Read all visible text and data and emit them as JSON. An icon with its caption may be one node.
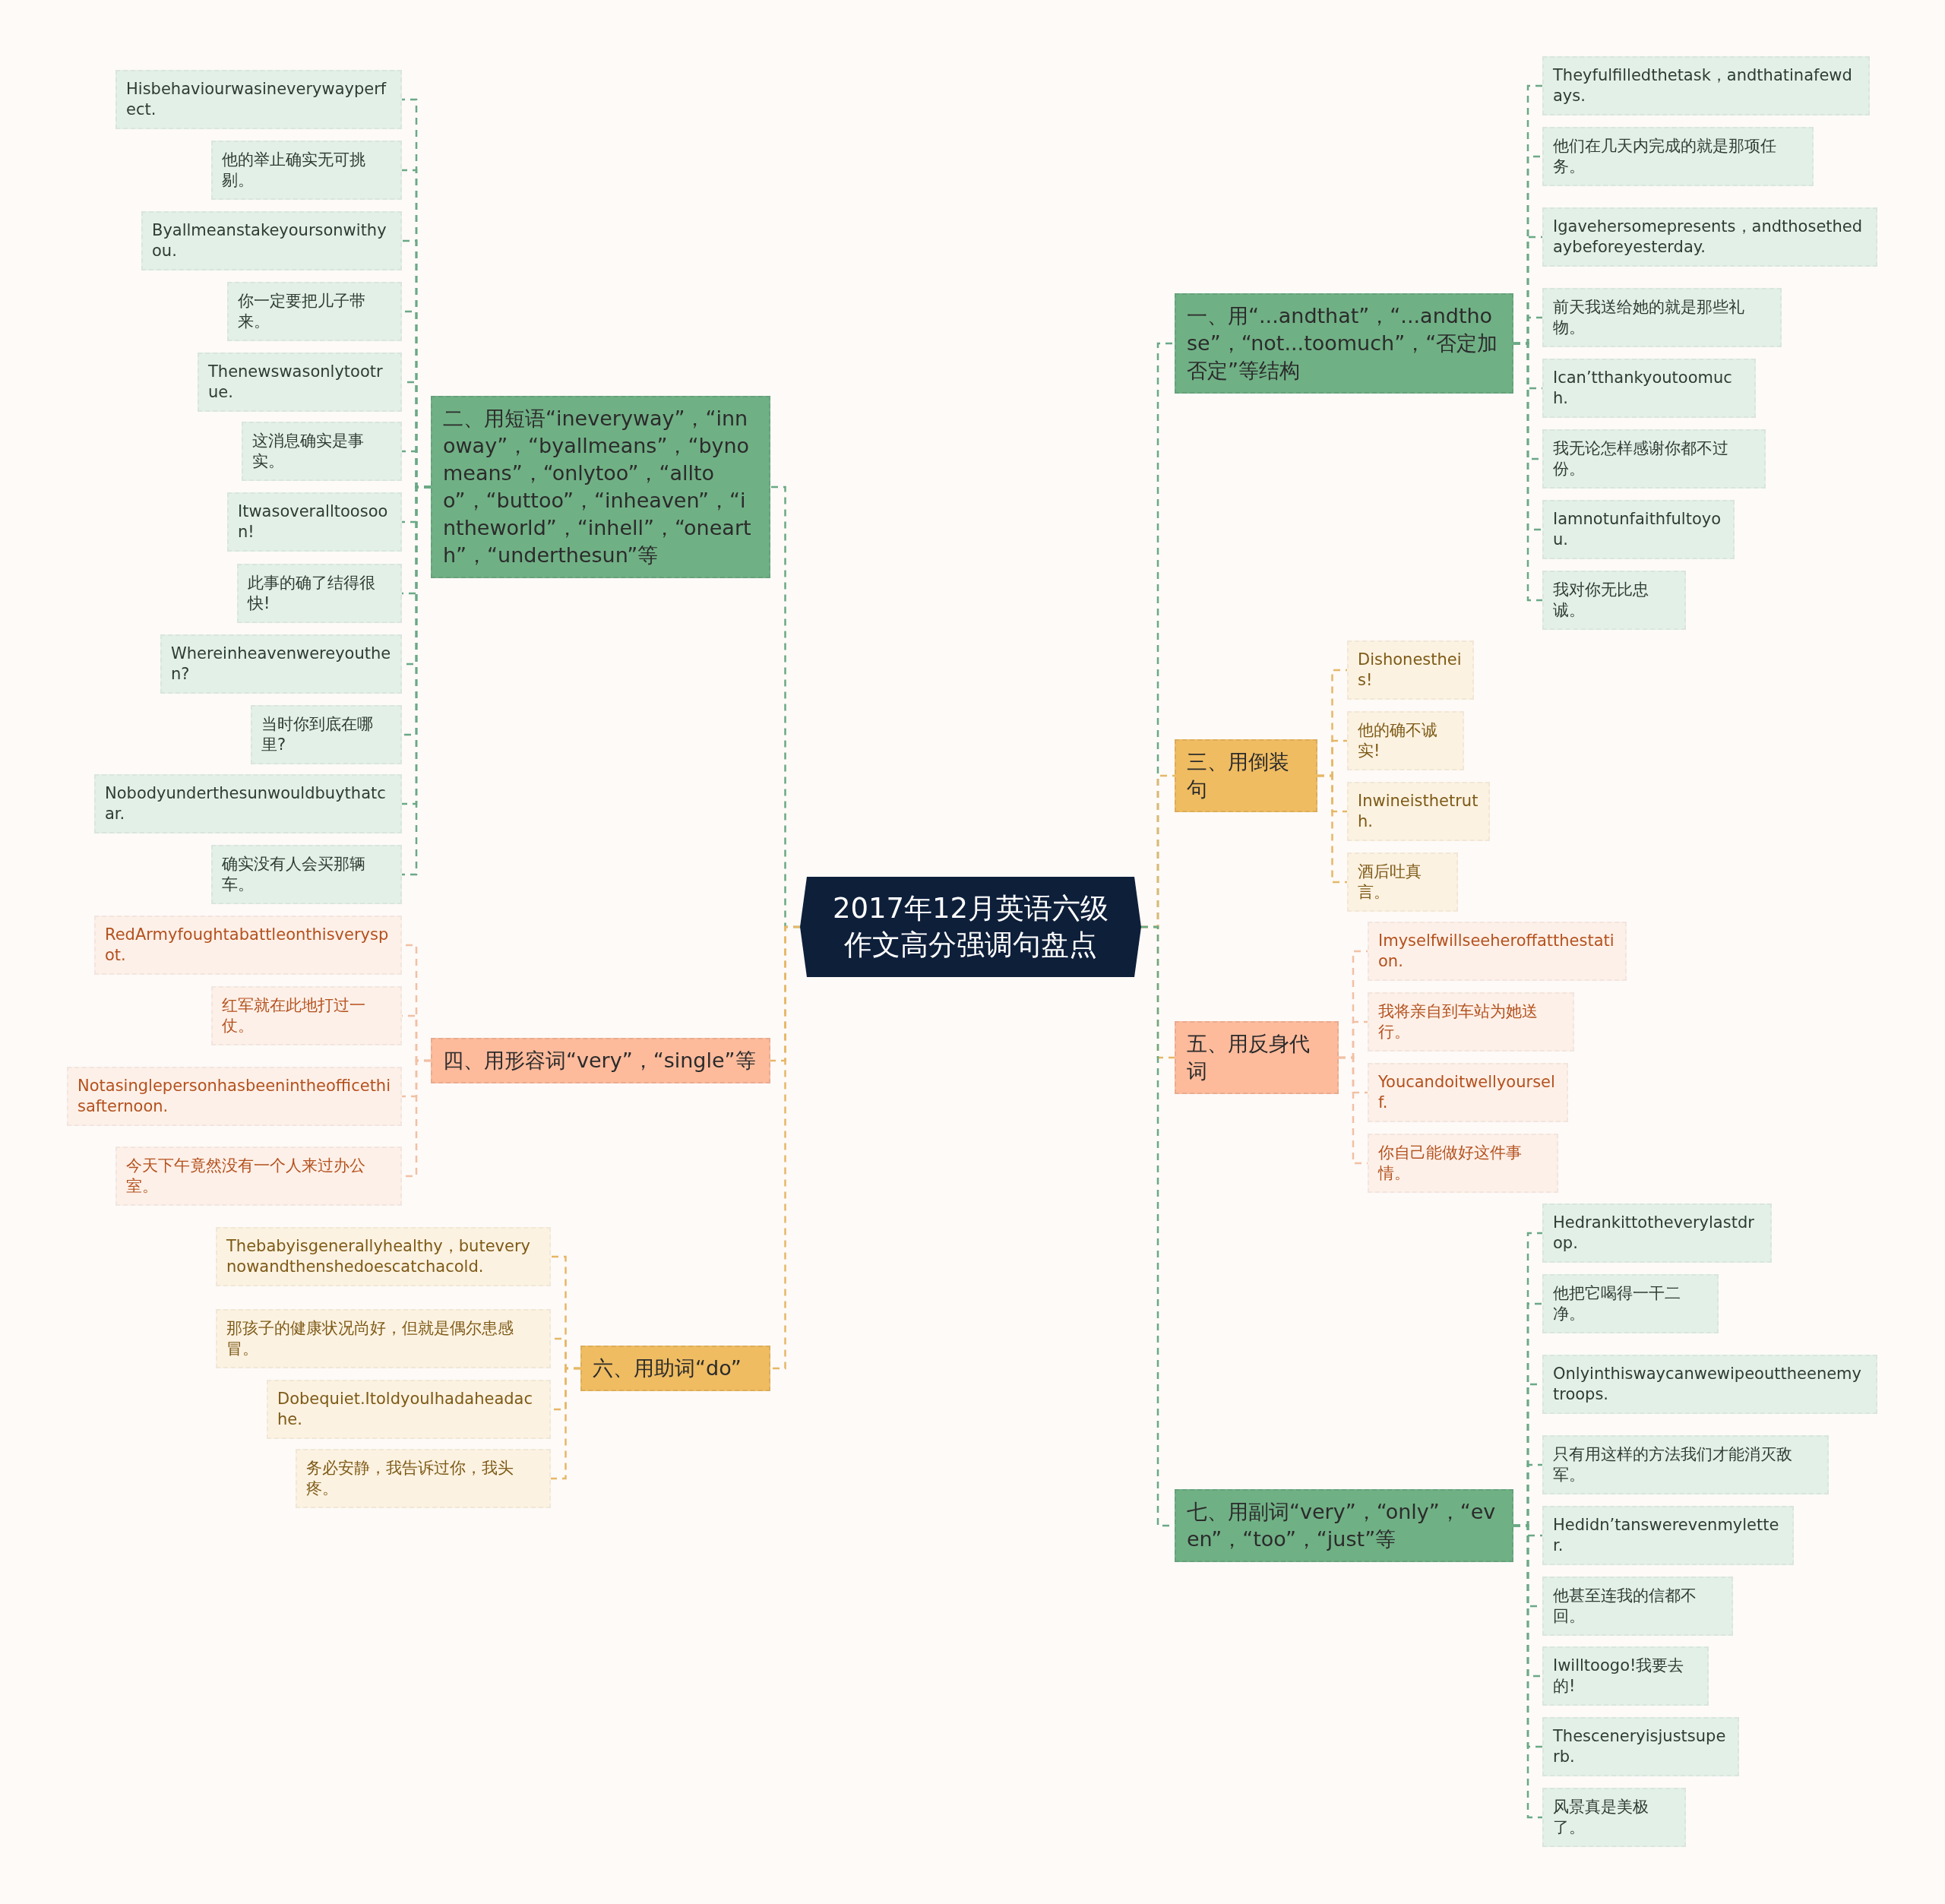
{
  "diagram": {
    "nodes": [
      {
        "text": [
          "2017年12月英语六级作文高分强调句盘点"
        ]
      },
      {
        "text": [
          "一、用“...andthat”，“...andthose”，“not...toomuch”，“否定加否定”等结构"
        ]
      },
      {
        "text": [
          "Theyfulfilledthetask，andthatinafewdays."
        ]
      },
      {
        "text": [
          "他们在几天内完成的就是那项任务。"
        ]
      },
      {
        "text": [
          "Igavehersomepresents，andthosethedaybeforeyesterday."
        ]
      },
      {
        "text": [
          "前天我送给她的就是那些礼物。"
        ]
      },
      {
        "text": [
          "Ican’tthankyoutoomuch."
        ]
      },
      {
        "text": [
          "我无论怎样感谢你都不过份。"
        ]
      },
      {
        "text": [
          "Iamnotunfaithfultoyou."
        ]
      },
      {
        "text": [
          "我对你无比忠诚。"
        ]
      },
      {
        "text": [
          "二、用短语“ineveryway”，“innoway”，“byallmeans”，“bynomeans”，“onlytoo”，“alltoo”，“buttoo”，“inheaven”，“intheworld”，“inhell”，“onearth”，“underthesun”等"
        ]
      },
      {
        "text": [
          "Hisbehaviourwasineverywayperfect."
        ]
      },
      {
        "text": [
          "他的举止确实无可挑剔。"
        ]
      },
      {
        "text": [
          "Byallmeanstakeyoursonwithyou."
        ]
      },
      {
        "text": [
          "你一定要把儿子带来。"
        ]
      },
      {
        "text": [
          "Thenewswasonlytootrue."
        ]
      },
      {
        "text": [
          "这消息确实是事实。"
        ]
      },
      {
        "text": [
          "Itwasoveralltoosoon!"
        ]
      },
      {
        "text": [
          "此事的确了结得很快!"
        ]
      },
      {
        "text": [
          "Whereinheavenwereyouthen?"
        ]
      },
      {
        "text": [
          "当时你到底在哪里?"
        ]
      },
      {
        "text": [
          "Nobodyunderthesunwouldbuythatcar."
        ]
      },
      {
        "text": [
          "确实没有人会买那辆车。"
        ]
      },
      {
        "text": [
          "三、用倒装句"
        ]
      },
      {
        "text": [
          "Dishonestheis!"
        ]
      },
      {
        "text": [
          "他的确不诚实!"
        ]
      },
      {
        "text": [
          "Inwineisthetruth."
        ]
      },
      {
        "text": [
          "酒后吐真言。"
        ]
      },
      {
        "text": [
          "四、用形容词“very”，“single”等"
        ]
      },
      {
        "text": [
          "RedArmyfoughtabattleonthisveryspot."
        ]
      },
      {
        "text": [
          "红军就在此地打过一仗。"
        ]
      },
      {
        "text": [
          "Notasinglepersonhasbeenintheofficethisafternoon."
        ]
      },
      {
        "text": [
          "今天下午竟然没有一个人来过办公室。"
        ]
      },
      {
        "text": [
          "五、用反身代词"
        ]
      },
      {
        "text": [
          "Imyselfwillseeheroffatthestation."
        ]
      },
      {
        "text": [
          "我将亲自到车站为她送行。"
        ]
      },
      {
        "text": [
          "Youcandoitwellyourself."
        ]
      },
      {
        "text": [
          "你自己能做好这件事情。"
        ]
      },
      {
        "text": [
          "六、用助词“do”"
        ]
      },
      {
        "text": [
          "Thebabyisgenerallyhealthy，buteverynowandthenshedoescatchacold."
        ]
      },
      {
        "text": [
          "那孩子的健康状况尚好，但就是偶尔患感冒。"
        ]
      },
      {
        "text": [
          "Dobequiet.ItoldyouIhadaheadache."
        ]
      },
      {
        "text": [
          "务必安静，我告诉过你，我头疼。"
        ]
      },
      {
        "text": [
          "七、用副词“very”，“only”，“even”，“too”，“just”等"
        ]
      },
      {
        "text": [
          "Hedrankittotheverylastdrop."
        ]
      },
      {
        "text": [
          "他把它喝得一干二净。"
        ]
      },
      {
        "text": [
          "Onlyinthiswaycanwewipeouttheenemytroops."
        ]
      },
      {
        "text": [
          "只有用这样的方法我们才能消灭敌军。"
        ]
      },
      {
        "text": [
          "Hedidn’tanswerevenmyletter."
        ]
      },
      {
        "text": [
          "他甚至连我的信都不回。"
        ]
      },
      {
        "text": [
          "Iwilltoogo!我要去的!"
        ]
      },
      {
        "text": [
          "Thesceneryisjustsuperb."
        ]
      },
      {
        "text": [
          "风景真是美极了。"
        ]
      }
    ],
    "edges": [
      {
        "from": 0,
        "to": 1,
        "arrow": "none",
        "style": "dashed"
      },
      {
        "from": 1,
        "to": 2,
        "arrow": "none",
        "style": "dashed"
      },
      {
        "from": 1,
        "to": 3,
        "arrow": "none",
        "style": "dashed"
      },
      {
        "from": 1,
        "to": 4,
        "arrow": "none",
        "style": "dashed"
      },
      {
        "from": 1,
        "to": 5,
        "arrow": "none",
        "style": "dashed"
      },
      {
        "from": 1,
        "to": 6,
        "arrow": "none",
        "style": "dashed"
      },
      {
        "from": 1,
        "to": 7,
        "arrow": "none",
        "style": "dashed"
      },
      {
        "from": 1,
        "to": 8,
        "arrow": "none",
        "style": "dashed"
      },
      {
        "from": 1,
        "to": 9,
        "arrow": "none",
        "style": "dashed"
      },
      {
        "from": 0,
        "to": 10,
        "arrow": "none",
        "style": "dashed"
      },
      {
        "from": 10,
        "to": 11,
        "arrow": "none",
        "style": "dashed"
      },
      {
        "from": 10,
        "to": 12,
        "arrow": "none",
        "style": "dashed"
      },
      {
        "from": 10,
        "to": 13,
        "arrow": "none",
        "style": "dashed"
      },
      {
        "from": 10,
        "to": 14,
        "arrow": "none",
        "style": "dashed"
      },
      {
        "from": 10,
        "to": 15,
        "arrow": "none",
        "style": "dashed"
      },
      {
        "from": 10,
        "to": 16,
        "arrow": "none",
        "style": "dashed"
      },
      {
        "from": 10,
        "to": 17,
        "arrow": "none",
        "style": "dashed"
      },
      {
        "from": 10,
        "to": 18,
        "arrow": "none",
        "style": "dashed"
      },
      {
        "from": 10,
        "to": 19,
        "arrow": "none",
        "style": "dashed"
      },
      {
        "from": 10,
        "to": 20,
        "arrow": "none",
        "style": "dashed"
      },
      {
        "from": 10,
        "to": 21,
        "arrow": "none",
        "style": "dashed"
      },
      {
        "from": 10,
        "to": 22,
        "arrow": "none",
        "style": "dashed"
      },
      {
        "from": 0,
        "to": 23,
        "arrow": "none",
        "style": "dashed",
        "color": "#e6b766"
      },
      {
        "from": 23,
        "to": 24,
        "arrow": "none",
        "style": "dashed",
        "color": "#e6b766"
      },
      {
        "from": 23,
        "to": 25,
        "arrow": "none",
        "style": "dashed",
        "color": "#e6b766"
      },
      {
        "from": 23,
        "to": 26,
        "arrow": "none",
        "style": "dashed",
        "color": "#e6b766"
      },
      {
        "from": 23,
        "to": 27,
        "arrow": "none",
        "style": "dashed",
        "color": "#e6b766"
      },
      {
        "from": 0,
        "to": 28,
        "arrow": "none",
        "style": "dashed",
        "color": "#e6b766"
      },
      {
        "from": 28,
        "to": 29,
        "arrow": "none",
        "style": "dashed",
        "color": "#f2c0a4"
      },
      {
        "from": 28,
        "to": 30,
        "arrow": "none",
        "style": "dashed",
        "color": "#f2c0a4"
      },
      {
        "from": 28,
        "to": 31,
        "arrow": "none",
        "style": "dashed",
        "color": "#f2c0a4"
      },
      {
        "from": 28,
        "to": 32,
        "arrow": "none",
        "style": "dashed",
        "color": "#f2c0a4"
      },
      {
        "from": 0,
        "to": 33,
        "arrow": "none",
        "style": "dashed",
        "color": "#e6b766"
      },
      {
        "from": 33,
        "to": 34,
        "arrow": "none",
        "style": "dashed",
        "color": "#f2c0a4"
      },
      {
        "from": 33,
        "to": 35,
        "arrow": "none",
        "style": "dashed",
        "color": "#f2c0a4"
      },
      {
        "from": 33,
        "to": 36,
        "arrow": "none",
        "style": "dashed",
        "color": "#f2c0a4"
      },
      {
        "from": 33,
        "to": 37,
        "arrow": "none",
        "style": "dashed",
        "color": "#f2c0a4"
      },
      {
        "from": 0,
        "to": 38,
        "arrow": "none",
        "style": "dashed",
        "color": "#e6b766"
      },
      {
        "from": 38,
        "to": 39,
        "arrow": "none",
        "style": "dashed",
        "color": "#e6b766"
      },
      {
        "from": 38,
        "to": 40,
        "arrow": "none",
        "style": "dashed",
        "color": "#e6b766"
      },
      {
        "from": 38,
        "to": 41,
        "arrow": "none",
        "style": "dashed",
        "color": "#e6b766"
      },
      {
        "from": 38,
        "to": 42,
        "arrow": "none",
        "style": "dashed",
        "color": "#e6b766"
      },
      {
        "from": 0,
        "to": 43,
        "arrow": "none",
        "style": "dashed"
      },
      {
        "from": 43,
        "to": 44,
        "arrow": "none",
        "style": "dashed"
      },
      {
        "from": 43,
        "to": 45,
        "arrow": "none",
        "style": "dashed"
      },
      {
        "from": 43,
        "to": 46,
        "arrow": "none",
        "style": "dashed"
      },
      {
        "from": 43,
        "to": 47,
        "arrow": "none",
        "style": "dashed"
      },
      {
        "from": 43,
        "to": 48,
        "arrow": "none",
        "style": "dashed"
      },
      {
        "from": 43,
        "to": 49,
        "arrow": "none",
        "style": "dashed"
      },
      {
        "from": 43,
        "to": 50,
        "arrow": "none",
        "style": "dashed"
      },
      {
        "from": 43,
        "to": 51,
        "arrow": "none",
        "style": "dashed"
      },
      {
        "from": 43,
        "to": 52,
        "arrow": "none",
        "style": "dashed"
      }
    ]
  }
}
